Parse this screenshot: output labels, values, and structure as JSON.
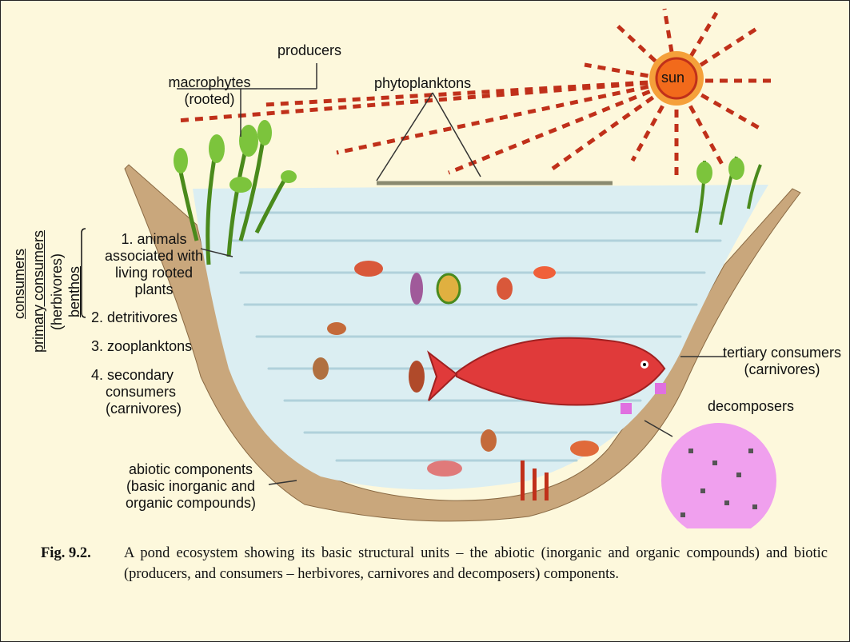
{
  "labels": {
    "producers": "producers",
    "macrophytes_line1": "macrophytes",
    "macrophytes_line2": "(rooted)",
    "phytoplanktons": "phytoplanktons",
    "sun": "sun",
    "consumers": "consumers",
    "primary_consumers": "primary consumers",
    "herbivores": "(herbivores)",
    "benthos": "benthos",
    "item1_line1": "1. animals",
    "item1_line2": "associated with",
    "item1_line3": "living rooted",
    "item1_line4": "plants",
    "item2": "2. detritivores",
    "item3": "3. zooplanktons",
    "item4_line1": "4. secondary",
    "item4_line2": "consumers",
    "item4_line3": "(carnivores)",
    "tertiary_line1": "tertiary consumers",
    "tertiary_line2": "(carnivores)",
    "decomposers": "decomposers",
    "abiotic_line1": "abiotic components",
    "abiotic_line2": "(basic inorganic and",
    "abiotic_line3": "organic compounds)"
  },
  "caption": {
    "number": "Fig. 9.2.",
    "text": "A pond ecosystem showing its basic structural units – the abiotic (inorganic and organic compounds) and biotic (producers, and consumers – herbivores, carnivores and decomposers) components."
  },
  "colors": {
    "background": "#fdf8dc",
    "soil": "#c9a77c",
    "water": "#dbeef2",
    "sun": "#f26a1b",
    "sun_rays": "#c0301a",
    "fish": "#e03a3a",
    "decomposers": "#f0a0ee",
    "plants": "#7cc43c"
  }
}
